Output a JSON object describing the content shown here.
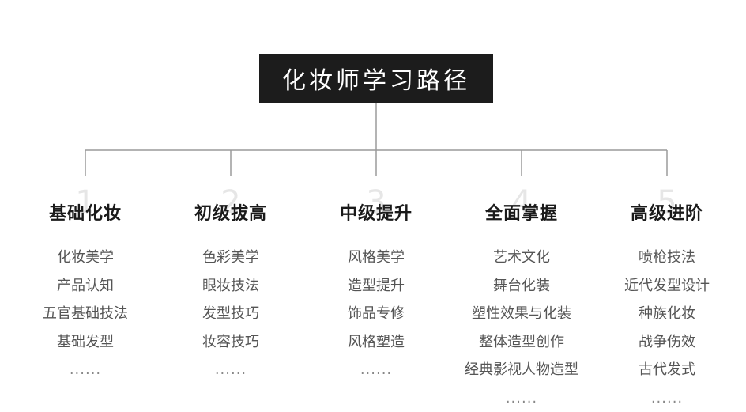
{
  "root": {
    "title": "化妆师学习路径"
  },
  "columns": [
    {
      "number": "1",
      "title": "基础化妆",
      "items": [
        "化妆美学",
        "产品认知",
        "五官基础技法",
        "基础发型",
        "......"
      ]
    },
    {
      "number": "2",
      "title": "初级拔高",
      "items": [
        "色彩美学",
        "眼妆技法",
        "发型技巧",
        "妆容技巧",
        "......"
      ]
    },
    {
      "number": "3",
      "title": "中级提升",
      "items": [
        "风格美学",
        "造型提升",
        "饰品专修",
        "风格塑造",
        "......"
      ]
    },
    {
      "number": "4",
      "title": "全面掌握",
      "items": [
        "艺术文化",
        "舞台化装",
        "塑性效果与化装",
        "整体造型创作",
        "经典影视人物造型",
        "......"
      ]
    },
    {
      "number": "5",
      "title": "高级进阶",
      "items": [
        "喷枪技法",
        "近代发型设计",
        "种族化妆",
        "战争伤效",
        "古代发式",
        "......"
      ]
    }
  ],
  "colors": {
    "title_bg": "#1c1c1c",
    "connector": "#9a9a9a",
    "step_number": "#e6e6e6"
  }
}
